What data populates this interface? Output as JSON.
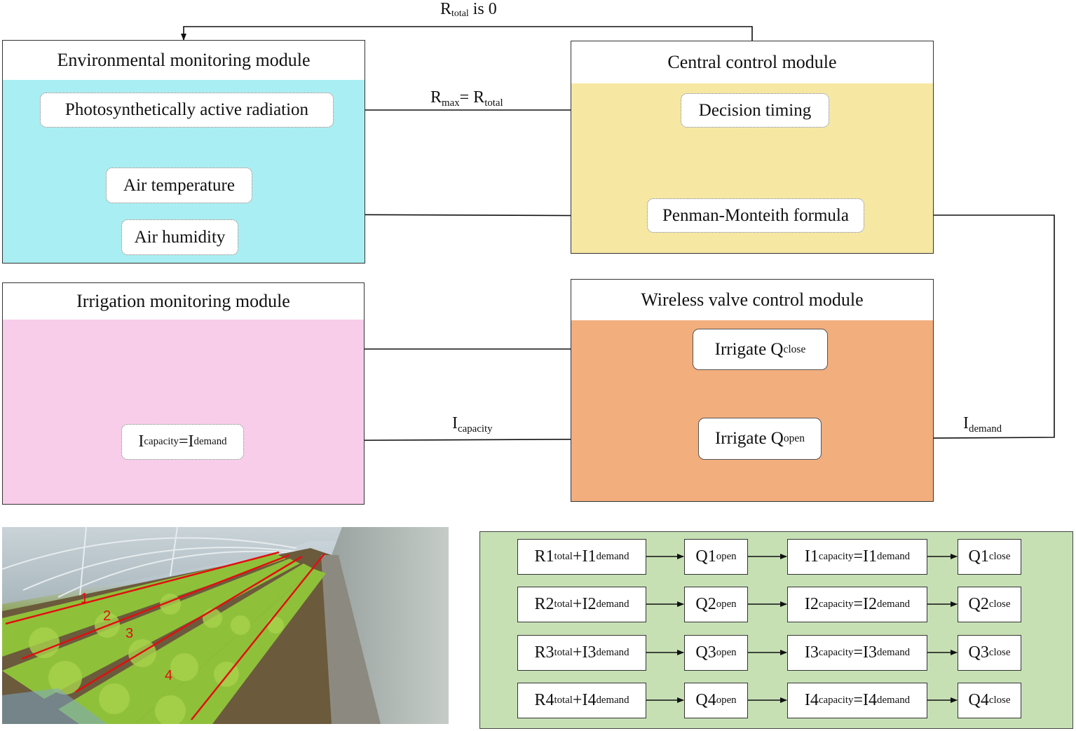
{
  "top_loop": {
    "label_main": "R",
    "label_sub": "total",
    "label_tail": " is 0"
  },
  "env_module": {
    "title": "Environmental monitoring module",
    "par": "Photosynthetically active radiation",
    "air_temp": "Air temperature",
    "air_humidity": "Air humidity"
  },
  "central_module": {
    "title": "Central control module",
    "decision": "Decision timing",
    "penman": "Penman-Monteith formula"
  },
  "irrigation_module": {
    "title": "Irrigation monitoring module",
    "node_a": "I",
    "node_a_sub": "capacity",
    "node_eq": "=I",
    "node_b_sub": "demand"
  },
  "valve_module": {
    "title": "Wireless valve control module",
    "close_main": "Irrigate Q",
    "close_sub": "close",
    "open_main": "Irrigate Q",
    "open_sub": "open"
  },
  "edge_labels": {
    "rmax_main": "R",
    "rmax_sub": "max",
    "rmax_eq": "= R",
    "rmax_sub2": "total",
    "icap_main": "I",
    "icap_sub": "capacity",
    "idem_main": "I",
    "idem_sub": "demand"
  },
  "photo": {
    "row_labels": [
      "1",
      "2",
      "3",
      "4"
    ]
  },
  "sequence": {
    "rows": [
      {
        "r": "R1",
        "i": "I1",
        "q": "Q1",
        "ic": "I1",
        "idem": "I1"
      },
      {
        "r": "R2",
        "i": "I2",
        "q": "Q2",
        "ic": "I2",
        "idem": "I2"
      },
      {
        "r": "R3",
        "i": "I3",
        "q": "Q3",
        "ic": "I3",
        "idem": "I3"
      },
      {
        "r": "R4",
        "i": "I4",
        "q": "Q4",
        "ic": "I4",
        "idem": "I4"
      }
    ],
    "sub_total": "total",
    "sub_demand": "demand",
    "sub_open": "open",
    "sub_capacity": "capacity",
    "sub_close": "close",
    "plus": "+ ",
    "eq": "="
  },
  "colors": {
    "env_bg": "#a9eef2",
    "central_bg": "#f6e7a2",
    "irrigation_bg": "#f8cdea",
    "valve_bg": "#f3ae7e",
    "sequence_bg": "#c6e0b4",
    "row_line": "#e01010"
  }
}
